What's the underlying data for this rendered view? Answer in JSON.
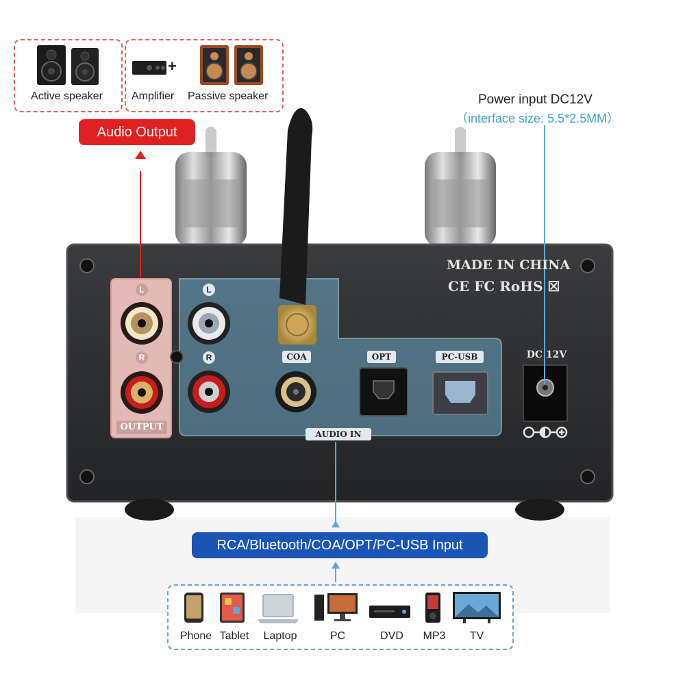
{
  "output_devices": {
    "active_speaker": "Active speaker",
    "amplifier": "Amplifier",
    "plus": "+",
    "passive_speaker": "Passive speaker"
  },
  "audio_output_label": "Audio Output",
  "power": {
    "title": "Power input DC12V",
    "subtitle": "（interface size: 5.5*2.5MM）"
  },
  "panel": {
    "made_in": "MADE IN CHINA",
    "certs": "CE FC RoHS ☒",
    "l": "L",
    "r": "R",
    "output": "OUTPUT",
    "coa": "COA",
    "opt": "OPT",
    "pc_usb": "PC-USB",
    "dc": "DC 12V",
    "audio_in": "AUDIO IN"
  },
  "input_label": "RCA/Bluetooth/COA/OPT/PC-USB Input",
  "input_devices": [
    "Phone",
    "Tablet",
    "Laptop",
    "PC",
    "DVD",
    "MP3",
    "TV"
  ],
  "colors": {
    "red": "#e02121",
    "blue": "#1a55b5",
    "cyan": "#5aa9d6"
  }
}
